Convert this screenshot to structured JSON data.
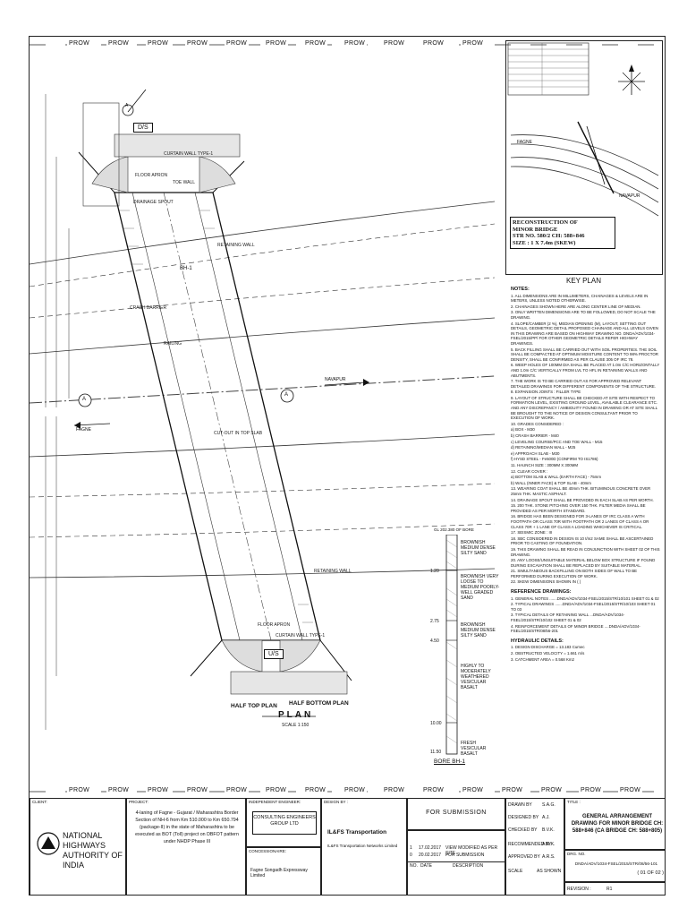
{
  "prow_label": "PROW",
  "plan": {
    "ds_label": "D/S",
    "us_label": "U/S",
    "top_label": "HALF TOP PLAN",
    "bottom_label": "HALF BOTTOM PLAN",
    "title": "PLAN",
    "scale": "SCALE 1:150",
    "fagne_label": "FAGNE",
    "navapur_label": "NAVAPUR",
    "bh_label": "BH-1",
    "section_mark": "A",
    "labels": [
      "CURTAIN WALL TYPE-1",
      "FLOOR APRON",
      "TOE WALL",
      "RETAINING WALL",
      "DRAINAGE SPOUT",
      "CRASH BARRIER",
      "RAILING",
      "CUT-OUT IN TOP SLAB",
      "CURTAIN WALL TYPE-1",
      "RETAINING WALL",
      "FLOOR APRON"
    ]
  },
  "key_plan": {
    "title": "KEY PLAN",
    "caption_lines": [
      "RECONSTRUCTION OF",
      "MINOR BRIDGE",
      "STR NO. 580/2 CH: 588+846",
      "SIZE : 1 X 7.4m (SKEW)"
    ],
    "fagne": "FAGNE",
    "navapur": "NAVAPUR"
  },
  "notes": {
    "heading": "NOTES:",
    "items": [
      "1. ALL DIMENSIONS ARE IN MILLIMETERS, CHAINAGES & LEVELS ARE IN METERS, UNLESS NOTED OTHERWISE.",
      "2. CHAINAGES SHOWN HERE ARE ALONG CENTER LINE OF MEDIAN.",
      "3. ONLY WRITTEN DIMENSIONS ARE TO BE FOLLOWED, DO NOT SCALE THE DRAWING.",
      "4. SLOPE/CAMBER (2 %), MEDIAN OPENING (M), LAYOUT, SETTING OUT DETAILS, GEOMETRIC DETAIL PROPOSED CHAINAGE AND ALL LEVELS GIVEN IN THIS DRAWING ARE BASED ON HIGHWAY DRAWING NO. DNDA/ADV/1034-FSEL/2015/PP/ FOR OTHER GEOMETRIC DETAILS REFER HIGHWAY DRAWINGS.",
      "5. BACK FILLING SHALL BE CARRIED OUT WITH SOIL PROPERTIES. THE SOIL SHALL BE COMPACTED AT OPTIMUM MOISTURE CONTENT TO 98% PROCTOR DENSITY, SHALL BE CONFIRMED AS PER CLAUSE 305 OF IRC 78.",
      "6. WEEP HOLES OF 100MM DIA SHALL BE PLACED AT 1.0m C/C HORIZONTALLY AND 1.0m C/C VERTICALLY FROM LVL TO HFL IN RETAINING WALLS AND ABUTMENTS.",
      "7. THE WORK IS TO BE CARRIED OUT AS FOR APPROVED RELEVANT DETAILED DRAWINGS FOR DIFFERENT COMPONENTS OF THE STRUCTURE.",
      "8. EXPANSION JOINTS : FILLER TYPE",
      "9. LAYOUT OF STRUCTURE SHALL BE CHECKED AT SITE WITH RESPECT TO FORMATION LEVEL, EXISTING GROUND LEVEL, AVAILABLE CLEARANCE ETC. AND ANY DISCREPANCY / AMBIGUITY FOUND IN DRAWING OR AT SITE SHALL BE BROUGHT TO THE NOTICE OF DESIGN CONSULTANT PRIOR TO EXECUTION OF WORK.",
      "10. GRADES CONSIDERED :",
      "a) BOX - M30",
      "b) CRASH BARRIER - M40",
      "c) LEVELING COURSE/PCC AND TOE WALL - M15",
      "d) RETAINING/MEDIAN WALL - M25",
      "e) APPROACH SLAB - M30",
      "f) HYSD STEEL - Fe500D (CONFIRM TO IS1786)",
      "11. HAUNCH SIZE : 300MM X 300MM",
      "12. CLEAR COVER :",
      "a) BOTTOM SLAB & WALL (EARTH FACE) - 75mm",
      "b) WALL (INNER FACE) & TOP SLAB - 40mm",
      "13. WEARING COAT SHALL BE 40mm THK. BITUMINOUS CONCRETE OVER 25mm THK. MASTIC ASPHALT.",
      "14. DRAINAGE SPOUT SHALL BE PROVIDED IN EACH SLAB AS PER MORTH.",
      "15. 200 THK. STONE PITCHING OVER 150 THK. FILTER MEDIA SHALL BE PROVIDED AS PER MORTH STANDARD.",
      "16. BRIDGE HAS BEEN DESIGNED FOR 3-LANES OF IRC CLASS A WITH FOOTPATH OR CLASS 70R WITH FOOTPATH OR 2 LANES OF CLASS A OR CLASS 70R + 1 LANE OF CLASS A LOADING WHICHEVER IS CRITICAL.",
      "17. SEISMIC ZONE : III",
      "18. SBC CONSIDERED IN DESIGN IS 10 t/m2 SAME SHALL BE ASCERTAINED PRIOR TO CASTING OF FOUNDATION.",
      "19. THIS DRAWING SHALL BE READ IN CONJUNCTION WITH SHEET 02 OF THIS DRAWING.",
      "20. ANY LOOSE/UNSUITABLE MATERIAL BELOW BOX STRUCTURE IF FOUND DURING EXCAVATION SHALL BE REPLACED BY SUITABLE MATERIAL.",
      "21. SIMULTANEOUS BACKFILLING ON BOTH SIDES OF WALL TO BE PERFORMED DURING EXECUTION OF WORK.",
      "22. SKEW DIMENSIONS SHOWN IN ( )"
    ]
  },
  "reference": {
    "heading": "REFERENCE DRAWINGS:",
    "items": [
      "1. GENERAL NOTES .......DNDA/ADV/1034-FSEL/2015/STR/10/101 SHEET 01 & 02",
      "2. TYPICAL DRAWINGS .......DNDA/ADV/1034-FSEL/2015/STR/10/103 SHEET 01 TO 03",
      "3. TYPICAL DETAILS OF RETAINING WALL ...DNDA/ADV/1034-FSEL/2015/STR/10/102 SHEET 01 & 02",
      "4. REINFORCEMENT DETAILS OF MINOR BRIDGE ....DNDA/ADV/1034-FSEL/2015/STR/08/56-201"
    ]
  },
  "hydraulic": {
    "heading": "HYDRAULIC DETAILS:",
    "items": [
      "1. DESIGN DISCHARGE  =  13.183 Cumec",
      "2. OBSTRUCTED VELOCITY =  1.661 m/s",
      "3. CATCHMENT AREA  =  0.568 Km2"
    ]
  },
  "bore": {
    "top_label": "GL 202.380 OF BORE",
    "depths": [
      "1.20",
      "2.75",
      "4.50",
      "10.00",
      "11.50"
    ],
    "strata": [
      "BROWNISH MEDIUM DENSE SILTY SAND",
      "BROWNISH VERY LOOSE TO MEDIUM POORLY-WELL GRADED SAND",
      "BROWNISH MEDIUM DENSE SILTY SAND",
      "HIGHLY TO MODERATELY WEATHERED VESICULAR BASALT",
      "FRESH VESICULAR BASALT"
    ],
    "caption": "BORE BH-1"
  },
  "title_block": {
    "client_caption": "CLIENT:",
    "client_name": "NATIONAL HIGHWAYS AUTHORITY OF INDIA",
    "project_caption": "PROJECT:",
    "project_text": "4-laning of Fagne - Gujarat / Maharashtra Border Section of NH-6 from Km 510.000 to Km 650.794 (package-II) in the state of Maharashtra to be executed as BOT (Toll) project on DBFOT pattern under NHDP Phase III",
    "engineer_caption": "INDEPENDENT ENGINEER:",
    "engineer_name": "CONSULTING ENGINEERS GROUP LTD",
    "concessionaire_caption": "CONCESSIONAIRE:",
    "concessionaire_name": "Fagne Songadh Expressway Limited",
    "design_caption": "DESIGN BY :",
    "design_name": "IL&FS Transportation",
    "design_sub": "IL&FS Transportation Networks Limited",
    "submission": "FOR SUBMISSION",
    "revisions": [
      {
        "no": "1",
        "date": "17.02.2017",
        "desc": "VIEW MODIFIED AS PER SITE"
      },
      {
        "no": "0",
        "date": "20.02.2017",
        "desc": "FOR SUBMISSION"
      }
    ],
    "rev_headers": [
      "NO.",
      "DATE",
      "DESCRIPTION"
    ],
    "staff": [
      {
        "role": "DRAWN BY",
        "name": "S.A.G."
      },
      {
        "role": "DESIGNED BY",
        "name": "A.J."
      },
      {
        "role": "CHECKED BY",
        "name": "B.V.K."
      },
      {
        "role": "RECOMMENDED BY",
        "name": "A.R.K."
      },
      {
        "role": "APPROVED BY",
        "name": "A.R.S."
      },
      {
        "role": "SCALE",
        "name": "AS SHOWN"
      }
    ],
    "title_caption": "TITLE :",
    "title_text": "GENERAL ARRANGEMENT DRAWING FOR MINOR BRIDGE CH: 588+846 (CA BRIDGE CH: 588+805)",
    "drg_caption": "DRG. NO.",
    "drg_no": "DNDA/ADV/1034-FSEL/2015/STR/08/56-101",
    "sheet": "( 01 OF 02 )",
    "revision_caption": "REVISION :",
    "revision": "R1"
  }
}
